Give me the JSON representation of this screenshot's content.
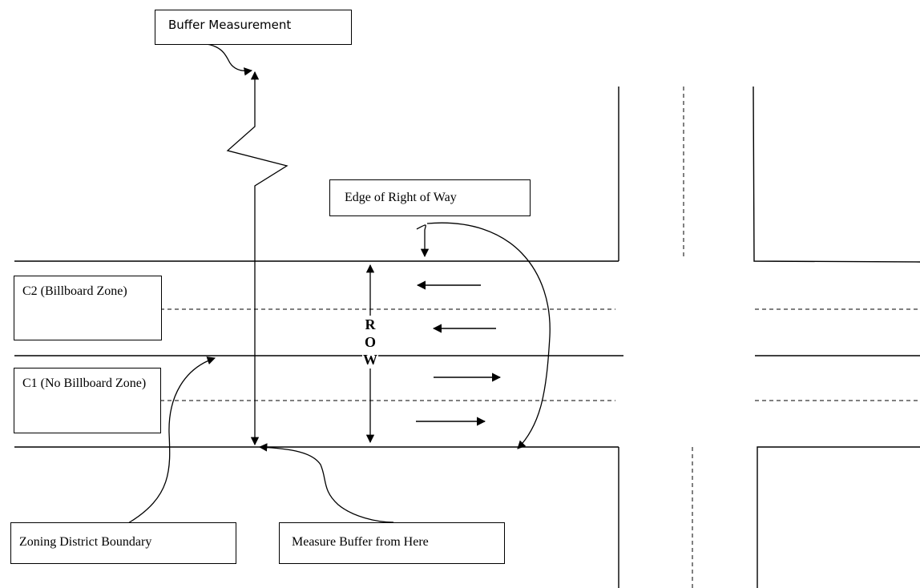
{
  "labels": {
    "buffer_measurement": "Buffer Measurement",
    "edge_of_row": "Edge of Right of Way",
    "c2_zone": "C2 (Billboard Zone)",
    "c1_zone": "C1 (No Billboard Zone)",
    "zoning_boundary": "Zoning District Boundary",
    "measure_from_here": "Measure Buffer from Here"
  },
  "row_letters": [
    "R",
    "O",
    "W"
  ]
}
